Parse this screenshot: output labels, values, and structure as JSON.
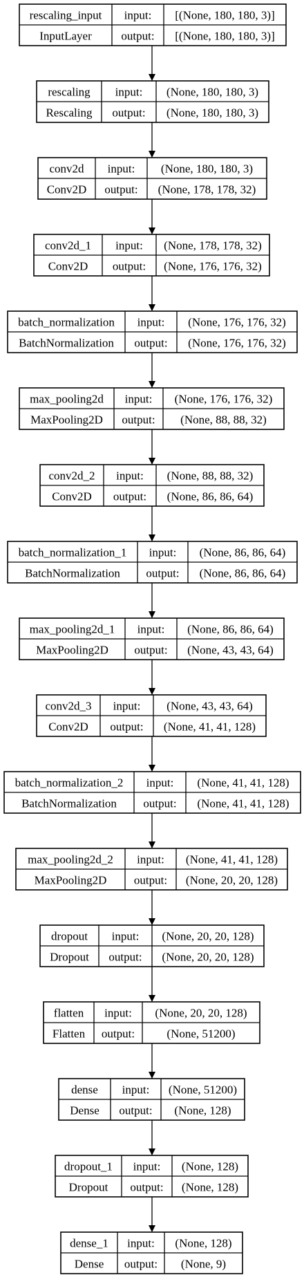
{
  "layers": [
    {
      "name": "rescaling_input",
      "type": "InputLayer",
      "input_label": "input:",
      "output_label": "output:",
      "input": "[(None, 180, 180, 3)]",
      "output": "[(None, 180, 180, 3)]"
    },
    {
      "name": "rescaling",
      "type": "Rescaling",
      "input_label": "input:",
      "output_label": "output:",
      "input": "(None, 180, 180, 3)",
      "output": "(None, 180, 180, 3)"
    },
    {
      "name": "conv2d",
      "type": "Conv2D",
      "input_label": "input:",
      "output_label": "output:",
      "input": "(None, 180, 180, 3)",
      "output": "(None, 178, 178, 32)"
    },
    {
      "name": "conv2d_1",
      "type": "Conv2D",
      "input_label": "input:",
      "output_label": "output:",
      "input": "(None, 178, 178, 32)",
      "output": "(None, 176, 176, 32)"
    },
    {
      "name": "batch_normalization",
      "type": "BatchNormalization",
      "input_label": "input:",
      "output_label": "output:",
      "input": "(None, 176, 176, 32)",
      "output": "(None, 176, 176, 32)"
    },
    {
      "name": "max_pooling2d",
      "type": "MaxPooling2D",
      "input_label": "input:",
      "output_label": "output:",
      "input": "(None, 176, 176, 32)",
      "output": "(None, 88, 88, 32)"
    },
    {
      "name": "conv2d_2",
      "type": "Conv2D",
      "input_label": "input:",
      "output_label": "output:",
      "input": "(None, 88, 88, 32)",
      "output": "(None, 86, 86, 64)"
    },
    {
      "name": "batch_normalization_1",
      "type": "BatchNormalization",
      "input_label": "input:",
      "output_label": "output:",
      "input": "(None, 86, 86, 64)",
      "output": "(None, 86, 86, 64)"
    },
    {
      "name": "max_pooling2d_1",
      "type": "MaxPooling2D",
      "input_label": "input:",
      "output_label": "output:",
      "input": "(None, 86, 86, 64)",
      "output": "(None, 43, 43, 64)"
    },
    {
      "name": "conv2d_3",
      "type": "Conv2D",
      "input_label": "input:",
      "output_label": "output:",
      "input": "(None, 43, 43, 64)",
      "output": "(None, 41, 41, 128)"
    },
    {
      "name": "batch_normalization_2",
      "type": "BatchNormalization",
      "input_label": "input:",
      "output_label": "output:",
      "input": "(None, 41, 41, 128)",
      "output": "(None, 41, 41, 128)"
    },
    {
      "name": "max_pooling2d_2",
      "type": "MaxPooling2D",
      "input_label": "input:",
      "output_label": "output:",
      "input": "(None, 41, 41, 128)",
      "output": "(None, 20, 20, 128)"
    },
    {
      "name": "dropout",
      "type": "Dropout",
      "input_label": "input:",
      "output_label": "output:",
      "input": "(None, 20, 20, 128)",
      "output": "(None, 20, 20, 128)"
    },
    {
      "name": "flatten",
      "type": "Flatten",
      "input_label": "input:",
      "output_label": "output:",
      "input": "(None, 20, 20, 128)",
      "output": "(None, 51200)"
    },
    {
      "name": "dense",
      "type": "Dense",
      "input_label": "input:",
      "output_label": "output:",
      "input": "(None, 51200)",
      "output": "(None, 128)"
    },
    {
      "name": "dropout_1",
      "type": "Dropout",
      "input_label": "input:",
      "output_label": "output:",
      "input": "(None, 128)",
      "output": "(None, 128)"
    },
    {
      "name": "dense_1",
      "type": "Dense",
      "input_label": "input:",
      "output_label": "output:",
      "input": "(None, 128)",
      "output": "(None, 9)"
    }
  ],
  "colors": {
    "stroke": "#000000",
    "text": "#000000",
    "background": "#ffffff"
  }
}
